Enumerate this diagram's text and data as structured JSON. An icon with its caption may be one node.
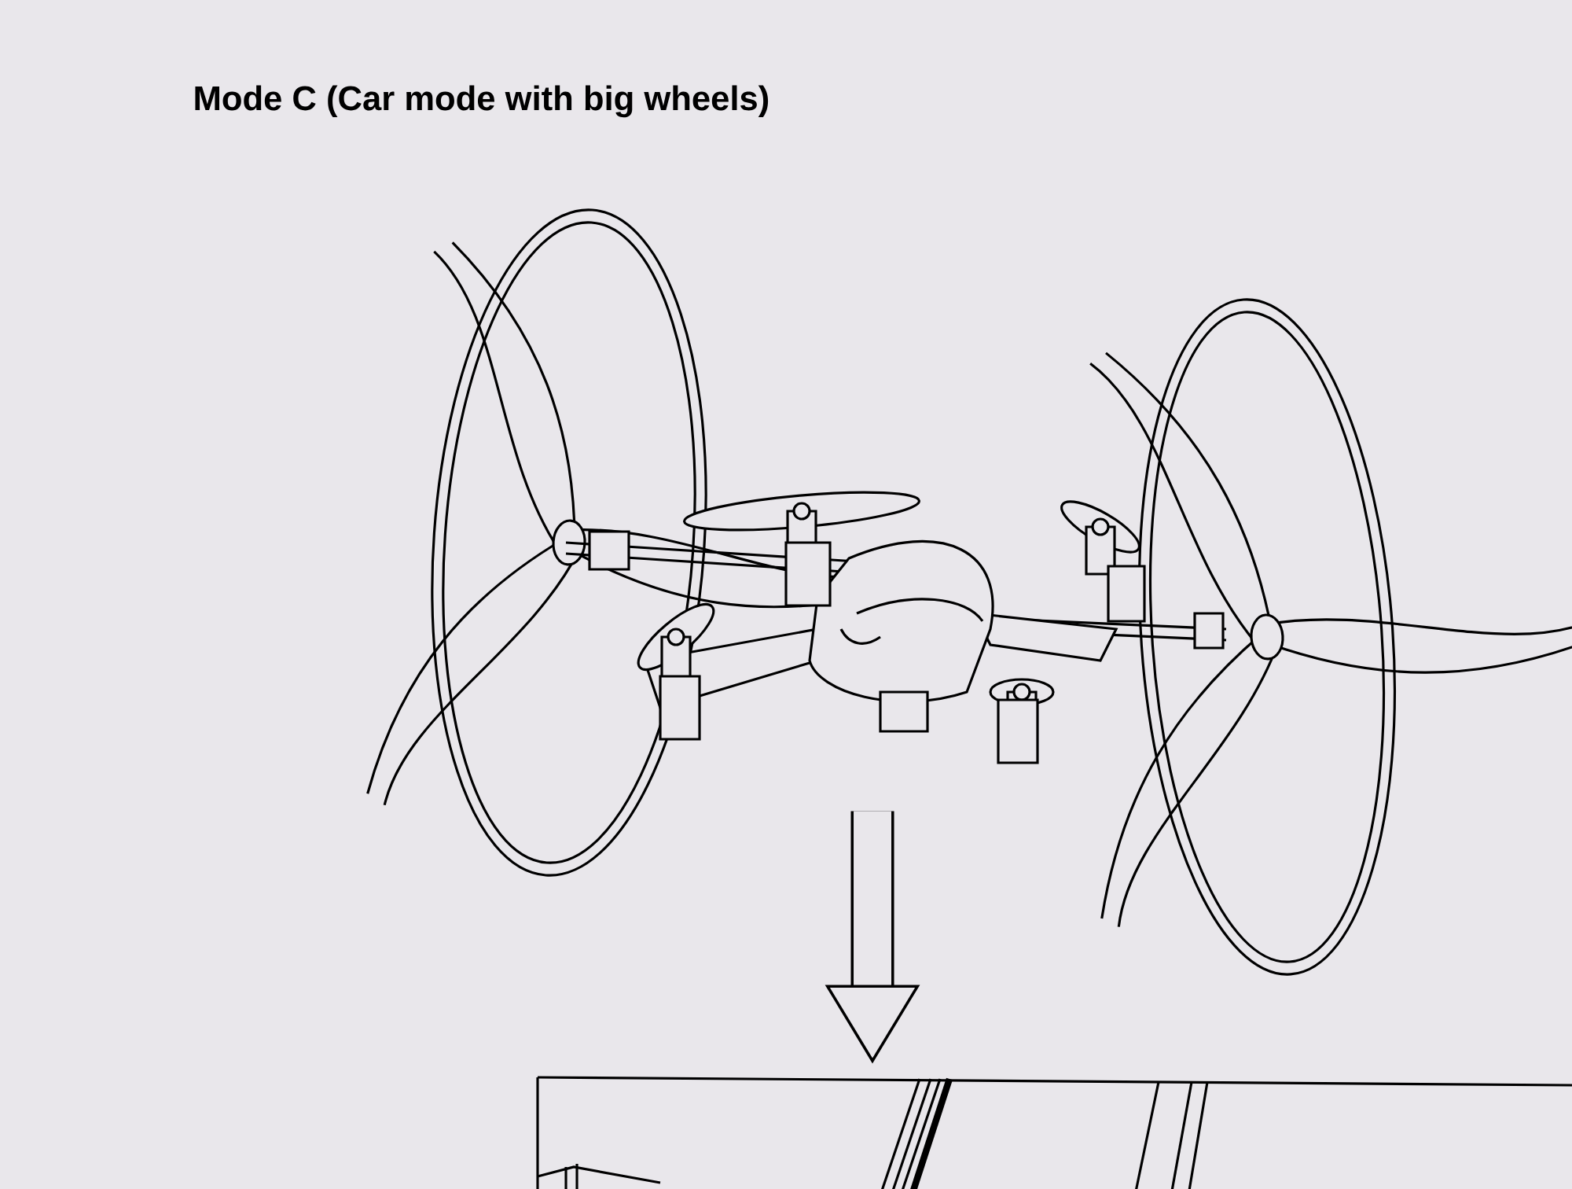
{
  "diagram": {
    "title": "Mode C (Car mode with big wheels)",
    "nodes": [
      {
        "text": [],
        "shape": "picture"
      },
      {
        "text": [],
        "shape": "picture"
      }
    ],
    "edges": [
      {
        "from": 0,
        "to": 1,
        "arrow": "to"
      }
    ]
  }
}
